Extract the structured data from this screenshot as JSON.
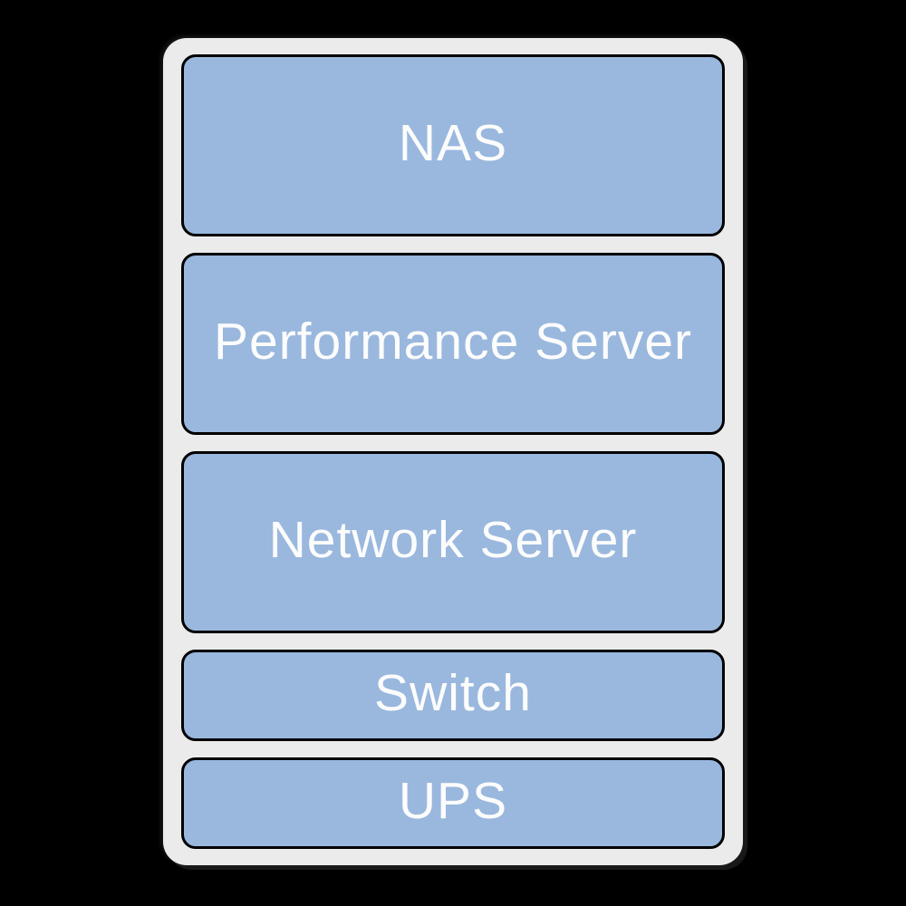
{
  "diagram": {
    "type": "stacked-rack-diagram",
    "colors": {
      "background": "#000000",
      "rack_fill": "#ebebeb",
      "node_fill": "#9ab8de",
      "node_border": "#000000",
      "label_text": "#fcfcfc"
    },
    "nodes": [
      {
        "label": "NAS",
        "size": "tall"
      },
      {
        "label": "Performance Server",
        "size": "tall"
      },
      {
        "label": "Network Server",
        "size": "tall"
      },
      {
        "label": "Switch",
        "size": "short"
      },
      {
        "label": "UPS",
        "size": "short"
      }
    ]
  }
}
